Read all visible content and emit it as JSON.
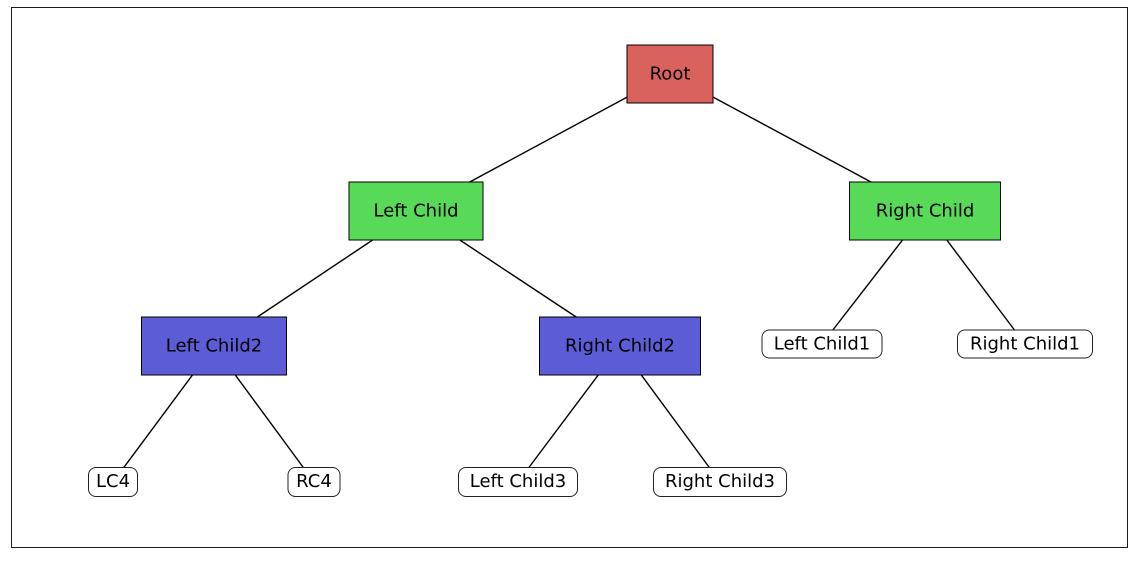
{
  "colors": {
    "node-red": "#d9625c",
    "node-green": "#58d958",
    "node-blue": "#5c5cd6",
    "node-leaf-bg": "#ffffff",
    "edge": "#000000",
    "frame-border": "#1c1c1c"
  },
  "diagram": {
    "type": "tree",
    "description": "Binary tree diagram rendered inside a rectangular frame on a white background",
    "nodes": [
      {
        "id": "root",
        "label": "Root",
        "style": "red"
      },
      {
        "id": "left-child",
        "label": "Left Child",
        "style": "green"
      },
      {
        "id": "right-child",
        "label": "Right Child",
        "style": "green"
      },
      {
        "id": "left-child2",
        "label": "Left Child2",
        "style": "blue"
      },
      {
        "id": "right-child2",
        "label": "Right Child2",
        "style": "blue"
      },
      {
        "id": "left-child1",
        "label": "Left Child1",
        "style": "leaf"
      },
      {
        "id": "right-child1",
        "label": "Right Child1",
        "style": "leaf"
      },
      {
        "id": "lc4",
        "label": "LC4",
        "style": "leaf"
      },
      {
        "id": "rc4",
        "label": "RC4",
        "style": "leaf"
      },
      {
        "id": "left-child3",
        "label": "Left Child3",
        "style": "leaf"
      },
      {
        "id": "right-child3",
        "label": "Right Child3",
        "style": "leaf"
      }
    ],
    "edges": [
      {
        "from": "root",
        "to": "left-child"
      },
      {
        "from": "root",
        "to": "right-child"
      },
      {
        "from": "left-child",
        "to": "left-child2"
      },
      {
        "from": "left-child",
        "to": "right-child2"
      },
      {
        "from": "right-child",
        "to": "left-child1"
      },
      {
        "from": "right-child",
        "to": "right-child1"
      },
      {
        "from": "left-child2",
        "to": "lc4"
      },
      {
        "from": "left-child2",
        "to": "rc4"
      },
      {
        "from": "right-child2",
        "to": "left-child3"
      },
      {
        "from": "right-child2",
        "to": "right-child3"
      }
    ]
  }
}
